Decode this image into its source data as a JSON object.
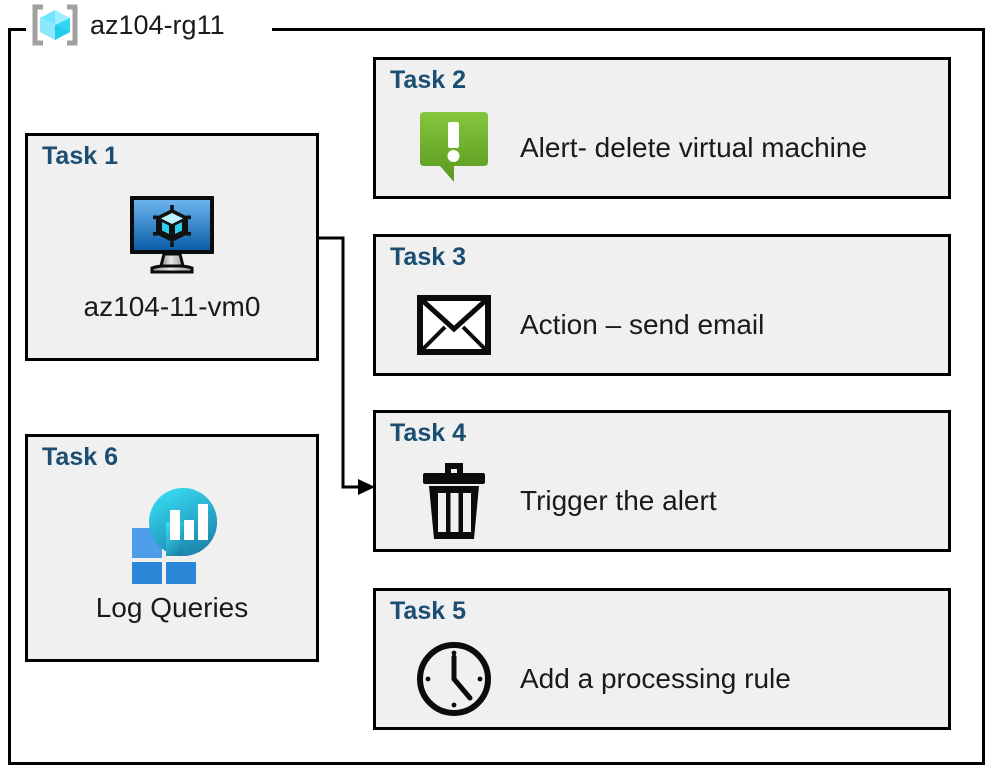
{
  "resource_group": {
    "name": "az104-rg11",
    "icon": "azure-resource-group-icon"
  },
  "cards": [
    {
      "id": "task1",
      "title": "Task 1",
      "label": "az104-11-vm0",
      "icon": "virtual-machine-icon",
      "column": "left"
    },
    {
      "id": "task6",
      "title": "Task 6",
      "label": "Log Queries",
      "icon": "log-analytics-icon",
      "column": "left"
    },
    {
      "id": "task2",
      "title": "Task 2",
      "label": "Alert- delete virtual machine",
      "icon": "alert-bubble-icon",
      "column": "right"
    },
    {
      "id": "task3",
      "title": "Task 3",
      "label": "Action – send email",
      "icon": "envelope-icon",
      "column": "right"
    },
    {
      "id": "task4",
      "title": "Task 4",
      "label": "Trigger the alert",
      "icon": "trash-can-icon",
      "column": "right"
    },
    {
      "id": "task5",
      "title": "Task 5",
      "label": "Add a processing rule",
      "icon": "clock-icon",
      "column": "right"
    }
  ],
  "connector": {
    "from": "task1-vm-icon",
    "to": "task4-card",
    "arrow": "arrow-right"
  },
  "colors": {
    "card_background": "#f0f0f0",
    "card_border": "#000000",
    "title_text": "#1b4e72",
    "body_text": "#1a1a1a",
    "frame_border": "#000000",
    "rg_icon_cyan": "#50e6ff",
    "rg_icon_bracket": "#a0a0a0",
    "alert_green_light": "#7cc144",
    "alert_green_dark": "#5b9b1f",
    "vm_blue_light": "#5ea5e8",
    "vm_blue_dark": "#0f6cbd",
    "log_square_light": "#4d9ee8",
    "log_square_dark": "#2b88d8",
    "log_circle_light": "#32d3ee",
    "log_circle_dark": "#1d8cb5"
  }
}
